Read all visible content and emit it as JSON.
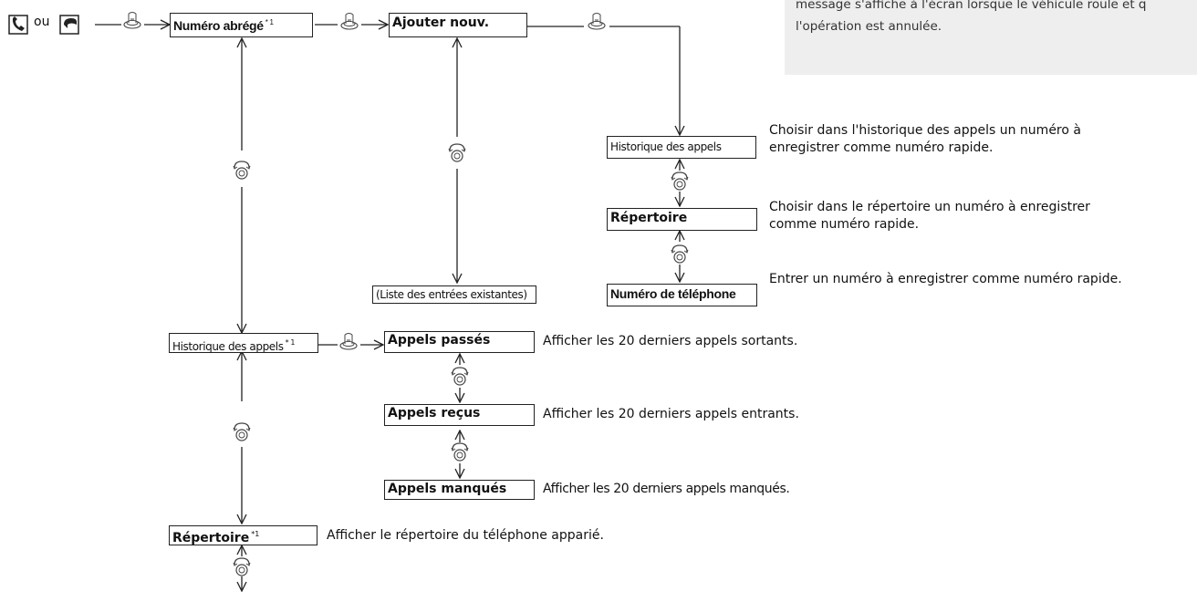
{
  "note": {
    "line1": "message s'affiche à l'écran lorsque le véhicule roule et q",
    "line2": "l'opération est annulée."
  },
  "start": {
    "connector": "ou"
  },
  "boxes": {
    "numero_abrege": {
      "label": "Numéro abrégé",
      "sup": "* 1"
    },
    "ajouter_nouv": {
      "label": "Ajouter nouv."
    },
    "liste_entrees": {
      "label": "(Liste des entrées existantes)"
    },
    "historique_top": {
      "label": "Historique des appels"
    },
    "repertoire_top": {
      "label": "Répertoire"
    },
    "numero_telephone": {
      "label": "Numéro de téléphone"
    },
    "historique_main": {
      "label": "Historique des appels",
      "sup": "* 1"
    },
    "appels_passes": {
      "label": "Appels passés"
    },
    "appels_recus": {
      "label": "Appels reçus"
    },
    "appels_manques": {
      "label": "Appels manqués"
    },
    "repertoire_main": {
      "label": "Répertoire",
      "sup": "*1"
    }
  },
  "descriptions": {
    "historique_1": "Choisir dans l'historique des appels un numéro à",
    "historique_2": "enregistrer comme numéro rapide.",
    "repertoire_1": "Choisir dans le répertoire un numéro à enregistrer",
    "repertoire_2": "comme numéro rapide.",
    "numero": "Entrer un numéro à enregistrer comme numéro rapide.",
    "passes": "Afficher les 20 derniers appels sortants.",
    "recus": "Afficher les 20 derniers appels entrants.",
    "manques": "Afficher les 20 derniers appels manqués.",
    "rep_main": "Afficher le répertoire du téléphone apparié."
  },
  "icons": {
    "phone": "phone-icon",
    "hangup": "hang-up-icon",
    "press": "interface-dial-press-icon",
    "rotate": "interface-dial-rotate-icon"
  }
}
